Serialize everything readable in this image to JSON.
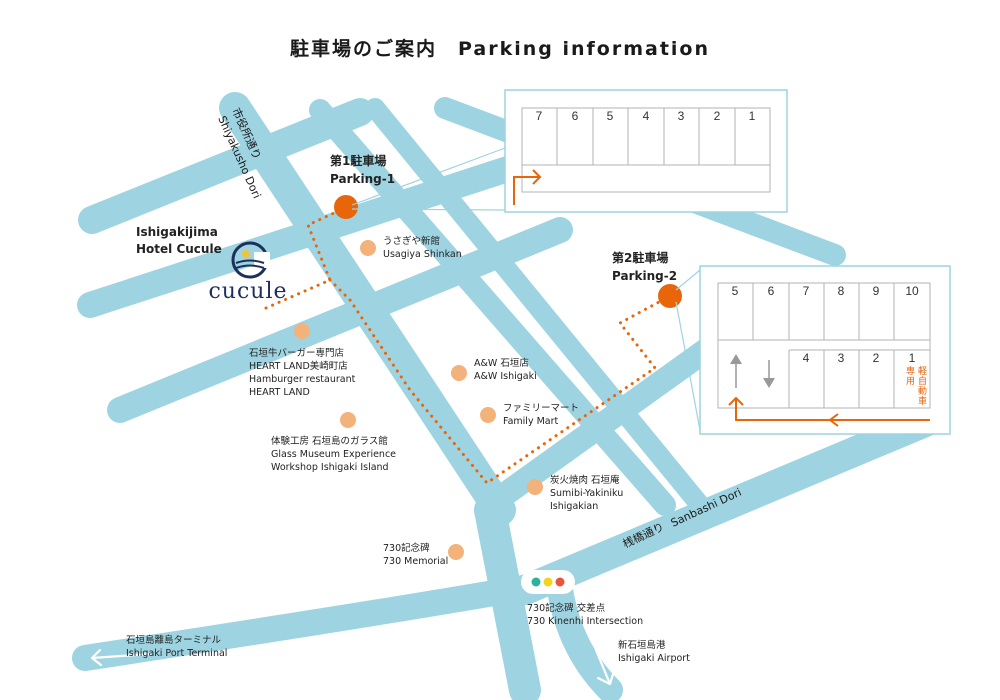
{
  "title": "駐車場のご案内　Parking information",
  "colors": {
    "road": "#9ed4e2",
    "route": "#e8650a",
    "marker": "#e8650a",
    "poi": "#f2b27a",
    "box_border": "#9ed4e2",
    "slot_line": "#b3b3b3",
    "logo": "#1e2f5c"
  },
  "roads": {
    "shiyakusho": {
      "ja": "市役所通り",
      "en": "Shiyakusho Dori"
    },
    "sanbashi": {
      "ja": "桟橋通り",
      "en": "Sanbashi Dori"
    }
  },
  "hotel": {
    "name_line1": "Ishigakijima",
    "name_line2": "Hotel Cucule",
    "logo_text": "cucule"
  },
  "parking1": {
    "ja": "第1駐車場",
    "en": "Parking-1",
    "slots": [
      "7",
      "6",
      "5",
      "4",
      "3",
      "2",
      "1"
    ]
  },
  "parking2": {
    "ja": "第2駐車場",
    "en": "Parking-2",
    "top_slots": [
      "5",
      "6",
      "7",
      "8",
      "9",
      "10"
    ],
    "bottom_slots": [
      "4",
      "3",
      "2",
      "1"
    ],
    "kei_label": "軽自動車専用"
  },
  "pois": {
    "usagiya": {
      "ja": "うさぎや新館",
      "en": "Usagiya Shinkan"
    },
    "heartland": {
      "ja": "石垣牛バーガー専門店",
      "ja2": "HEART LAND美崎町店",
      "en": "Hamburger restaurant",
      "en2": "HEART LAND"
    },
    "aw": {
      "ja": "A&W 石垣店",
      "en": "A&W Ishigaki"
    },
    "familymart": {
      "ja": "ファミリーマート",
      "en": "Family Mart"
    },
    "glass": {
      "ja": "体験工房 石垣島のガラス館",
      "en": "Glass Museum Experience",
      "en2": "Workshop Ishigaki Island"
    },
    "sumibi": {
      "ja": "炭火焼肉 石垣庵",
      "en": "Sumibi-Yakiniku",
      "en2": "Ishigakian"
    },
    "memorial": {
      "ja": "730記念碑",
      "en": "730 Memorial"
    },
    "intersection": {
      "ja": "730記念碑 交差点",
      "en": "730 Kinenhi Intersection"
    },
    "port": {
      "ja": "石垣島離島ターミナル",
      "en": "Ishigaki Port Terminal"
    },
    "airport": {
      "ja": "新石垣島港",
      "en": "Ishigaki Airport"
    }
  }
}
